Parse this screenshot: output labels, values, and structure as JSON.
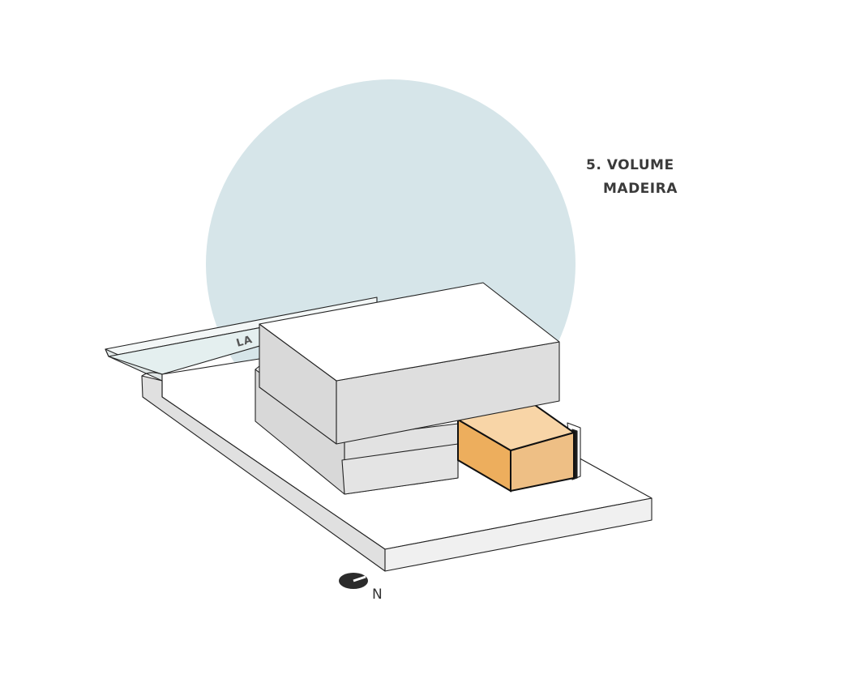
{
  "title": {
    "line1": "5. VOLUME",
    "line2": "MADEIRA"
  },
  "street_label": "LA",
  "compass": {
    "label": "N",
    "icon": "north-arrow-icon"
  },
  "colors": {
    "sky_circle": "#d6e5e9",
    "wood_volume_top": "#f8d5a7",
    "wood_volume_front": "#eebf85",
    "wood_volume_side": "#edae5d",
    "building_top": "#ffffff",
    "building_side": "#dcdcdc",
    "street": "#e4efef",
    "site": "#ffffff"
  }
}
